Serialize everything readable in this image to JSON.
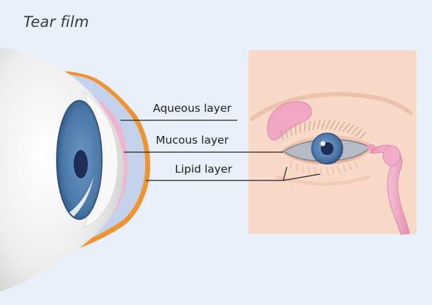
{
  "title": "Tear film",
  "labels": {
    "aqueous": "Aqueous layer",
    "mucous": "Mucous layer",
    "lipid": "Lipid layer"
  },
  "colors": {
    "background": "#e8f1fa",
    "sclera": "#f2f2f2",
    "iris": "#4f7fae",
    "pupil": "#1d2d55",
    "aqueous_layer": "#c5d2ec",
    "mucous_layer": "#f2b3cd",
    "lipid_layer": "#ef9430",
    "skin_panel": "#f9d9c7",
    "lacrimal_gland": "#efa7c2"
  }
}
